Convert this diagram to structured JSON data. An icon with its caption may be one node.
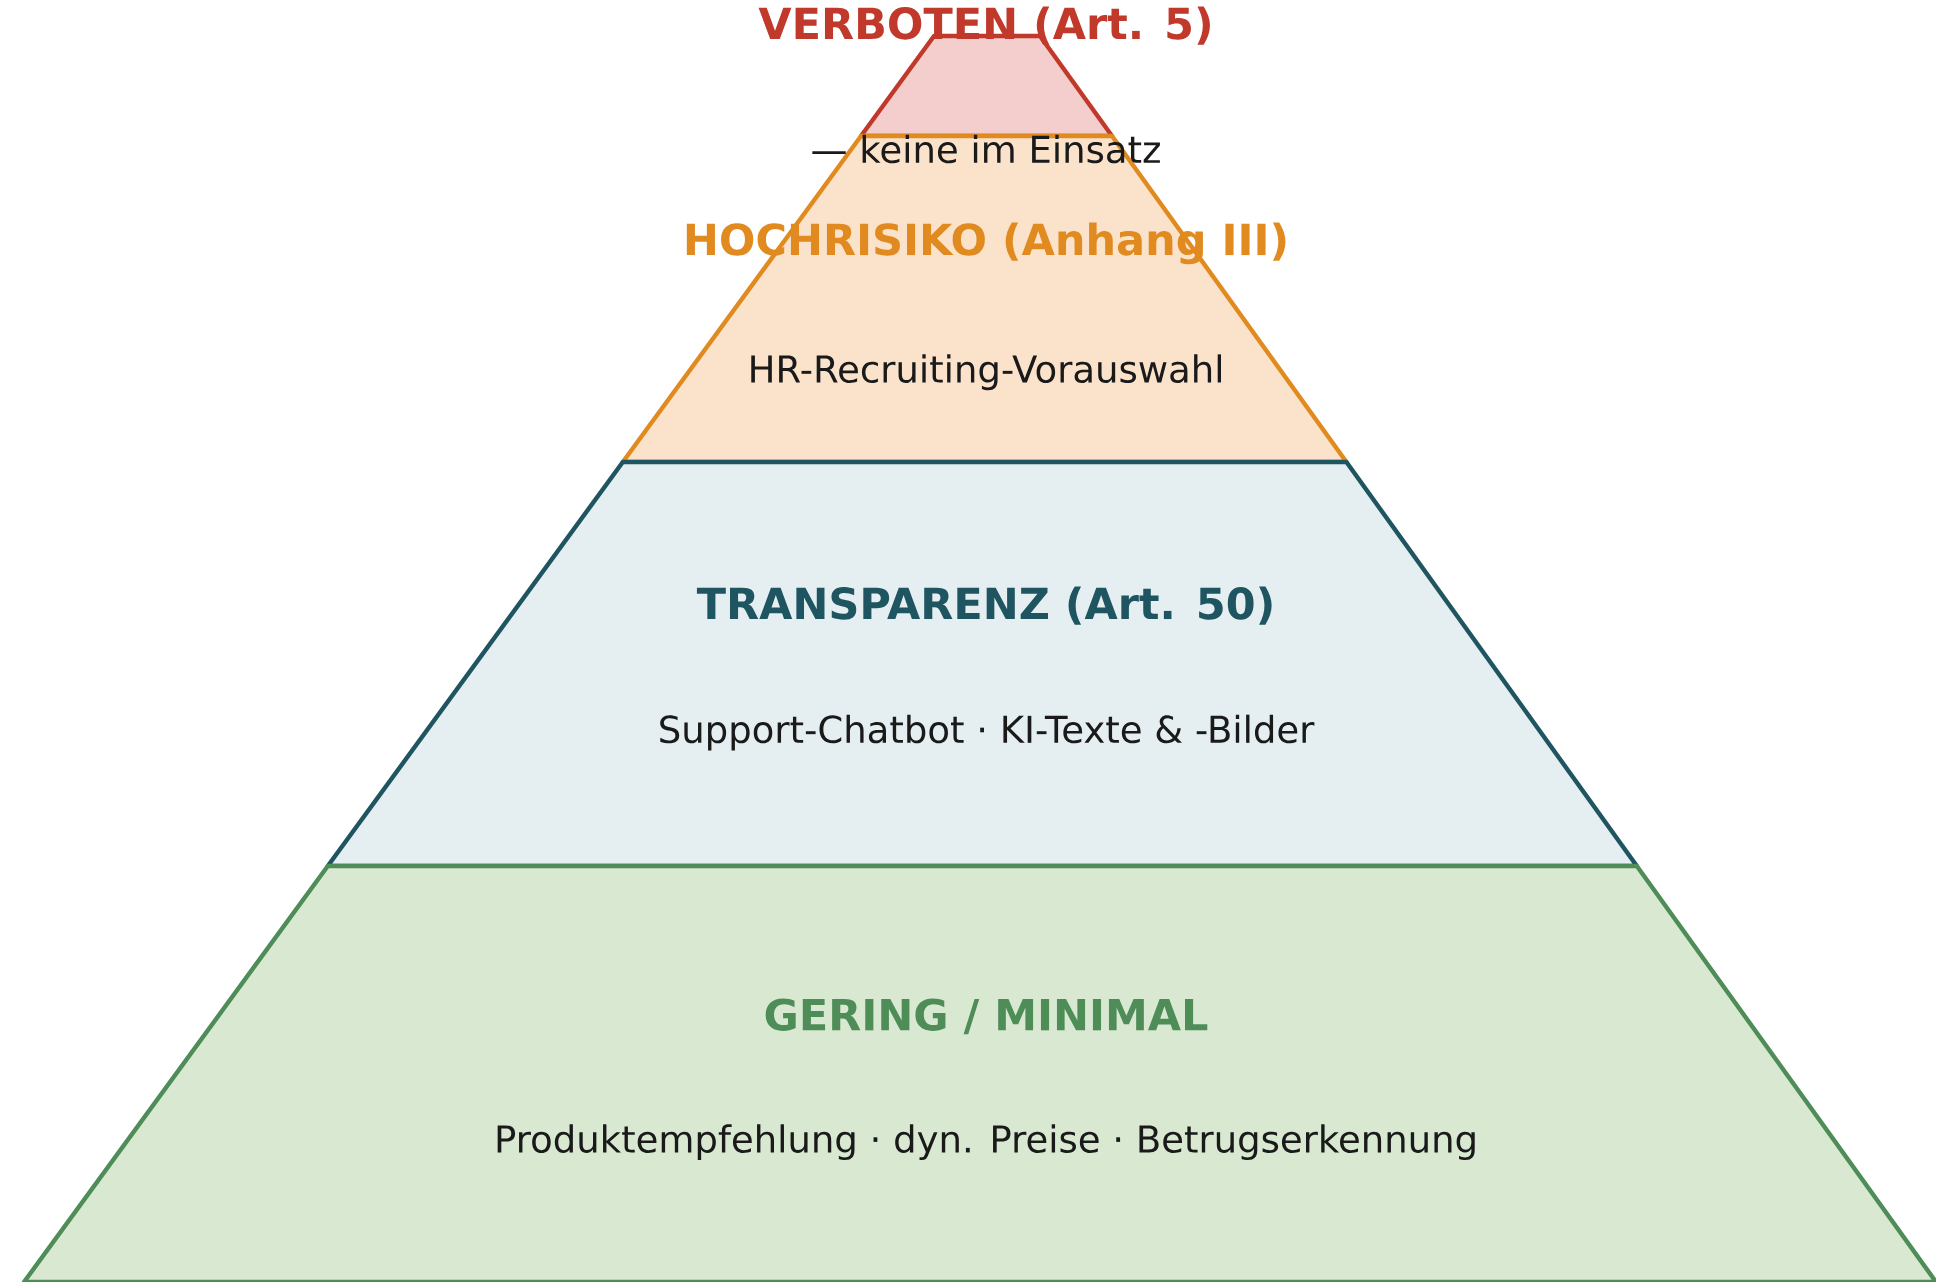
{
  "diagram": {
    "nodes": [
      {
        "text": [
          "VERBOTEN (Art. 5)",
          "— keine im Einsatz"
        ]
      },
      {
        "text": [
          "HOCHRISIKO (Anhang III)",
          "HR-Recruiting-Vorauswahl"
        ]
      },
      {
        "text": [
          "TRANSPARENZ (Art. 50)",
          "Support-Chatbot · KI-Texte & -Bilder"
        ]
      },
      {
        "text": [
          "GERING / MINIMAL",
          "Produktempfehlung · dyn. Preise · Betrugserkennung"
        ]
      }
    ]
  }
}
